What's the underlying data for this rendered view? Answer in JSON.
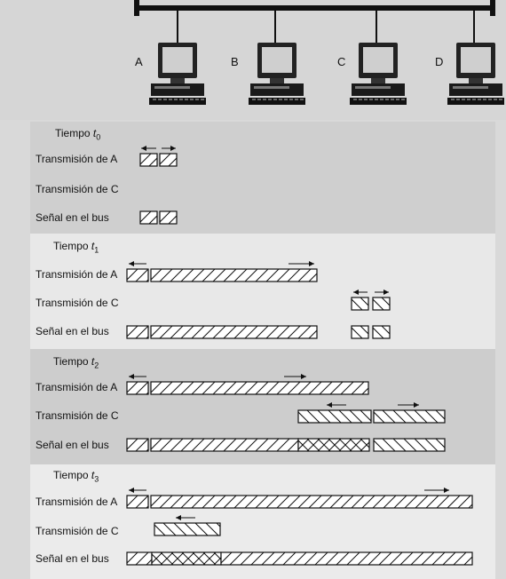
{
  "stations": [
    "A",
    "B",
    "C",
    "D"
  ],
  "rows": {
    "tx_a": "Transmisión de A",
    "tx_c": "Transmisión de C",
    "bus": "Señal en el bus"
  },
  "panels": [
    {
      "tiempo": "Tiempo",
      "sub": "0"
    },
    {
      "tiempo": "Tiempo",
      "sub": "1"
    },
    {
      "tiempo": "Tiempo",
      "sub": "2"
    },
    {
      "tiempo": "Tiempo",
      "sub": "3"
    }
  ],
  "colors": {
    "panel_shaded": "#cfcfcf",
    "panel_light": "#e9e9e9",
    "bus": "#111111"
  }
}
